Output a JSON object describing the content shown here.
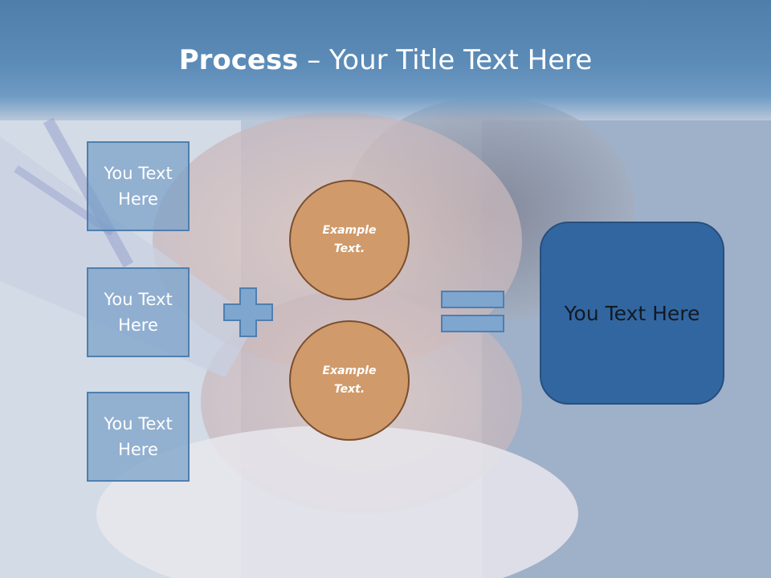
{
  "slide": {
    "title_bold": "Process",
    "title_rest": " – Your Title Text Here"
  },
  "boxes": [
    {
      "label": "You Text Here"
    },
    {
      "label": "You Text Here"
    },
    {
      "label": "You Text Here"
    }
  ],
  "circles": [
    {
      "label": "Example Text."
    },
    {
      "label": "Example Text."
    }
  ],
  "result": {
    "label": "You Text Here"
  },
  "icons": {
    "operator_1": "plus-icon",
    "operator_2": "equals-icon"
  },
  "colors": {
    "header": "#5d8cb8",
    "box_fill": "#78a0c8",
    "circle_fill": "#d09a6a",
    "result_fill": "#3266a0"
  }
}
